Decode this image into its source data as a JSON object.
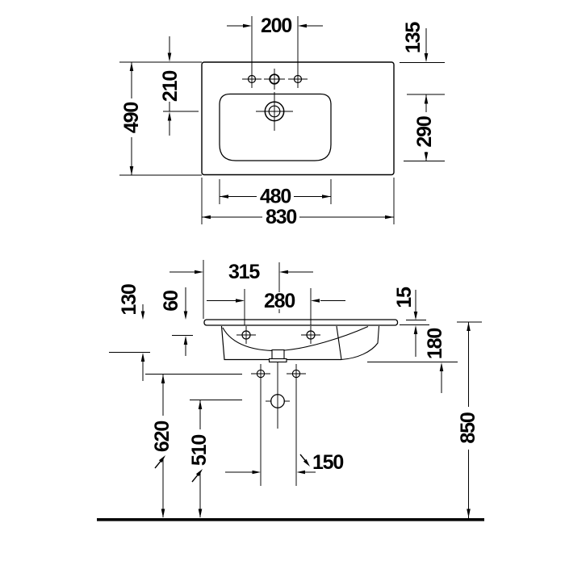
{
  "drawing": {
    "plan": {
      "tap_hole_spacing": "200",
      "rear_to_bowl": "135",
      "overall_depth": "490",
      "rear_to_faucet_center": "210",
      "bowl_depth": "290",
      "bowl_width": "480",
      "overall_width": "830"
    },
    "elevation": {
      "left_edge_to_drain": "315",
      "tap_hole_spacing": "280",
      "rim_to_bowl_bottom": "130",
      "rim_to_tap_hole": "60",
      "rim_thickness": "15",
      "body_height": "180",
      "fixing_holes_height": "620",
      "drain_height": "510",
      "fixing_hole_spacing": "150",
      "rim_height": "850"
    },
    "line_color": "#000000",
    "background": "#ffffff"
  }
}
